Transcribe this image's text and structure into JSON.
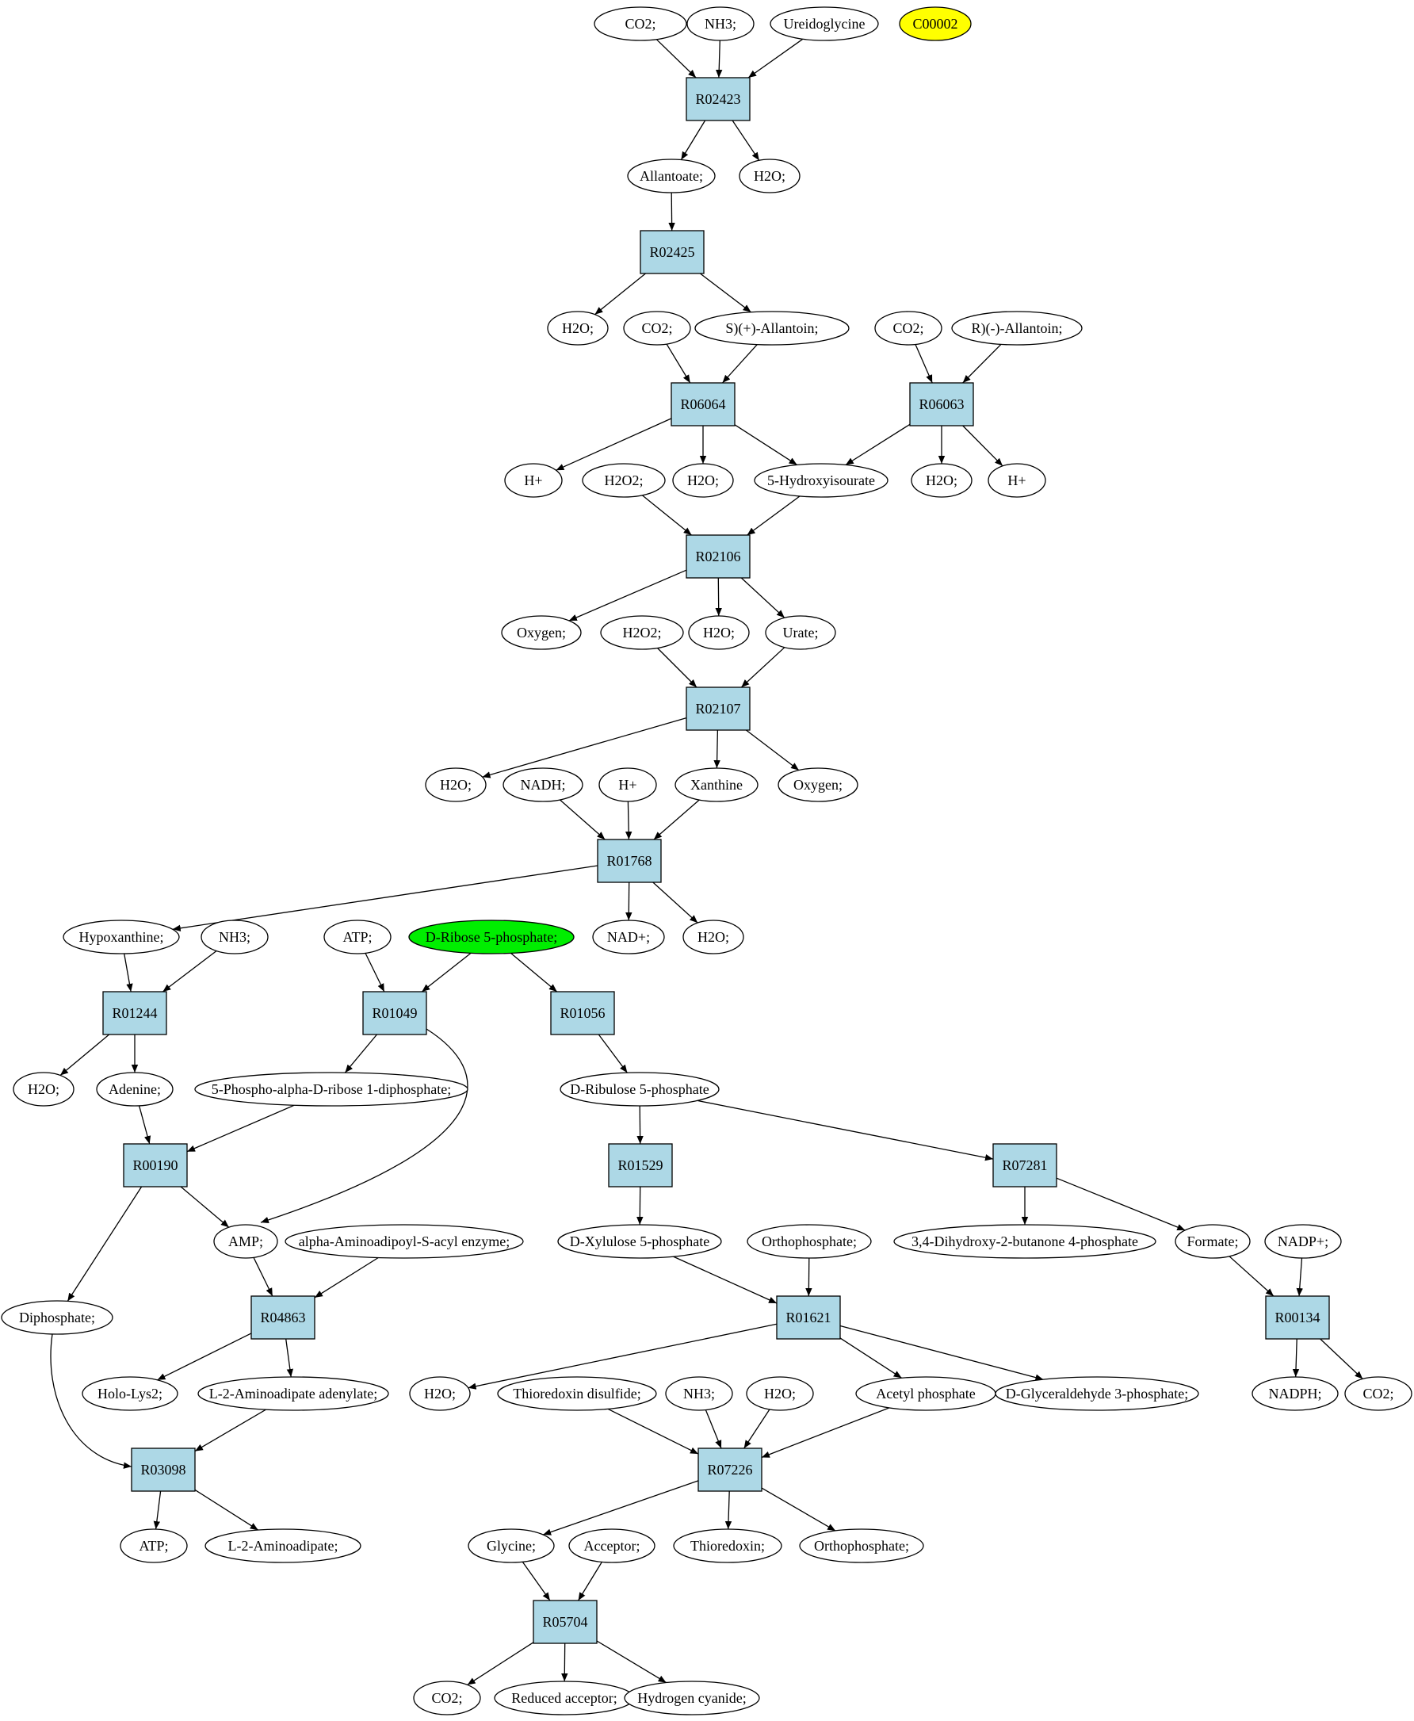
{
  "colors": {
    "reaction_fill": "#add8e6",
    "compound_fill": "#ffffff",
    "yellow": "#ffff00",
    "green": "#00ee00",
    "stroke": "#000000"
  },
  "reactions": [
    {
      "id": "R02423",
      "label": "R02423"
    },
    {
      "id": "R02425",
      "label": "R02425"
    },
    {
      "id": "R06064",
      "label": "R06064"
    },
    {
      "id": "R06063",
      "label": "R06063"
    },
    {
      "id": "R02106",
      "label": "R02106"
    },
    {
      "id": "R02107",
      "label": "R02107"
    },
    {
      "id": "R01768",
      "label": "R01768"
    },
    {
      "id": "R01244",
      "label": "R01244"
    },
    {
      "id": "R01049",
      "label": "R01049"
    },
    {
      "id": "R01056",
      "label": "R01056"
    },
    {
      "id": "R00190",
      "label": "R00190"
    },
    {
      "id": "R01529",
      "label": "R01529"
    },
    {
      "id": "R07281",
      "label": "R07281"
    },
    {
      "id": "R04863",
      "label": "R04863"
    },
    {
      "id": "R01621",
      "label": "R01621"
    },
    {
      "id": "R00134",
      "label": "R00134"
    },
    {
      "id": "R03098",
      "label": "R03098"
    },
    {
      "id": "R07226",
      "label": "R07226"
    },
    {
      "id": "R05704",
      "label": "R05704"
    }
  ],
  "compounds": [
    {
      "id": "c_co2_1",
      "label": "CO2;"
    },
    {
      "id": "c_nh3_1",
      "label": "NH3;"
    },
    {
      "id": "c_ureido",
      "label": "Ureidoglycine"
    },
    {
      "id": "c_c00002",
      "label": "C00002",
      "highlight": "yellow"
    },
    {
      "id": "c_allantoate",
      "label": "Allantoate;"
    },
    {
      "id": "c_h2o_1",
      "label": "H2O;"
    },
    {
      "id": "c_h2o_2",
      "label": "H2O;"
    },
    {
      "id": "c_co2_2",
      "label": "CO2;"
    },
    {
      "id": "c_s_allantoin",
      "label": "S)(+)-Allantoin;"
    },
    {
      "id": "c_co2_3",
      "label": "CO2;"
    },
    {
      "id": "c_r_allantoin",
      "label": "R)(-)-Allantoin;"
    },
    {
      "id": "c_hplus_1",
      "label": "H+"
    },
    {
      "id": "c_h2o2_1",
      "label": "H2O2;"
    },
    {
      "id": "c_h2o_3",
      "label": "H2O;"
    },
    {
      "id": "c_5hiu",
      "label": "5-Hydroxyisourate"
    },
    {
      "id": "c_h2o_4",
      "label": "H2O;"
    },
    {
      "id": "c_hplus_2",
      "label": "H+"
    },
    {
      "id": "c_oxygen_1",
      "label": "Oxygen;"
    },
    {
      "id": "c_h2o2_2",
      "label": "H2O2;"
    },
    {
      "id": "c_h2o_5",
      "label": "H2O;"
    },
    {
      "id": "c_urate",
      "label": "Urate;"
    },
    {
      "id": "c_h2o_6",
      "label": "H2O;"
    },
    {
      "id": "c_nadh",
      "label": "NADH;"
    },
    {
      "id": "c_hplus_3",
      "label": "H+"
    },
    {
      "id": "c_xanthine",
      "label": "Xanthine"
    },
    {
      "id": "c_oxygen_2",
      "label": "Oxygen;"
    },
    {
      "id": "c_hypoxanthine",
      "label": "Hypoxanthine;"
    },
    {
      "id": "c_nh3_2",
      "label": "NH3;"
    },
    {
      "id": "c_atp_1",
      "label": "ATP;"
    },
    {
      "id": "c_r5p",
      "label": "D-Ribose 5-phosphate;",
      "highlight": "green"
    },
    {
      "id": "c_nadplus",
      "label": "NAD+;"
    },
    {
      "id": "c_h2o_7",
      "label": "H2O;"
    },
    {
      "id": "c_h2o_8",
      "label": "H2O;"
    },
    {
      "id": "c_adenine",
      "label": "Adenine;"
    },
    {
      "id": "c_prpp",
      "label": "5-Phospho-alpha-D-ribose 1-diphosphate;"
    },
    {
      "id": "c_ru5p",
      "label": "D-Ribulose 5-phosphate"
    },
    {
      "id": "c_amp",
      "label": "AMP;"
    },
    {
      "id": "c_aaa_enzyme",
      "label": "alpha-Aminoadipoyl-S-acyl enzyme;"
    },
    {
      "id": "c_xu5p",
      "label": "D-Xylulose 5-phosphate"
    },
    {
      "id": "c_orthop_1",
      "label": "Orthophosphate;"
    },
    {
      "id": "c_dhbp",
      "label": "3,4-Dihydroxy-2-butanone 4-phosphate"
    },
    {
      "id": "c_formate",
      "label": "Formate;"
    },
    {
      "id": "c_nadpplus",
      "label": "NADP+;"
    },
    {
      "id": "c_diphosphate",
      "label": "Diphosphate;"
    },
    {
      "id": "c_hololys2",
      "label": "Holo-Lys2;"
    },
    {
      "id": "c_l2aa_adenylate",
      "label": "L-2-Aminoadipate adenylate;"
    },
    {
      "id": "c_h2o_9",
      "label": "H2O;"
    },
    {
      "id": "c_trx_disulfide",
      "label": "Thioredoxin disulfide;"
    },
    {
      "id": "c_nh3_3",
      "label": "NH3;"
    },
    {
      "id": "c_h2o_10",
      "label": "H2O;"
    },
    {
      "id": "c_acetylp",
      "label": "Acetyl phosphate"
    },
    {
      "id": "c_g3p",
      "label": "D-Glyceraldehyde 3-phosphate;"
    },
    {
      "id": "c_nadph",
      "label": "NADPH;"
    },
    {
      "id": "c_co2_4",
      "label": "CO2;"
    },
    {
      "id": "c_atp_2",
      "label": "ATP;"
    },
    {
      "id": "c_l2aa",
      "label": "L-2-Aminoadipate;"
    },
    {
      "id": "c_glycine",
      "label": "Glycine;"
    },
    {
      "id": "c_acceptor",
      "label": "Acceptor;"
    },
    {
      "id": "c_thioredoxin",
      "label": "Thioredoxin;"
    },
    {
      "id": "c_orthop_2",
      "label": "Orthophosphate;"
    },
    {
      "id": "c_co2_5",
      "label": "CO2;"
    },
    {
      "id": "c_reduced_acceptor",
      "label": "Reduced acceptor;"
    },
    {
      "id": "c_hcn",
      "label": "Hydrogen cyanide;"
    }
  ],
  "edges": [
    [
      "c_co2_1",
      "R02423"
    ],
    [
      "c_nh3_1",
      "R02423"
    ],
    [
      "c_ureido",
      "R02423"
    ],
    [
      "R02423",
      "c_allantoate"
    ],
    [
      "R02423",
      "c_h2o_1"
    ],
    [
      "c_allantoate",
      "R02425"
    ],
    [
      "R02425",
      "c_h2o_2"
    ],
    [
      "R02425",
      "c_s_allantoin"
    ],
    [
      "c_co2_2",
      "R06064"
    ],
    [
      "c_s_allantoin",
      "R06064"
    ],
    [
      "c_co2_3",
      "R06063"
    ],
    [
      "c_r_allantoin",
      "R06063"
    ],
    [
      "R06064",
      "c_hplus_1"
    ],
    [
      "R06064",
      "c_h2o_3"
    ],
    [
      "R06064",
      "c_5hiu"
    ],
    [
      "R06063",
      "c_5hiu"
    ],
    [
      "R06063",
      "c_h2o_4"
    ],
    [
      "R06063",
      "c_hplus_2"
    ],
    [
      "c_h2o2_1",
      "R02106"
    ],
    [
      "c_5hiu",
      "R02106"
    ],
    [
      "R02106",
      "c_oxygen_1"
    ],
    [
      "R02106",
      "c_h2o_5"
    ],
    [
      "R02106",
      "c_urate"
    ],
    [
      "c_h2o2_2",
      "R02107"
    ],
    [
      "c_urate",
      "R02107"
    ],
    [
      "R02107",
      "c_h2o_6"
    ],
    [
      "R02107",
      "c_xanthine"
    ],
    [
      "R02107",
      "c_oxygen_2"
    ],
    [
      "c_nadh",
      "R01768"
    ],
    [
      "c_hplus_3",
      "R01768"
    ],
    [
      "c_xanthine",
      "R01768"
    ],
    [
      "R01768",
      "c_hypoxanthine"
    ],
    [
      "R01768",
      "c_nadplus"
    ],
    [
      "R01768",
      "c_h2o_7"
    ],
    [
      "c_hypoxanthine",
      "R01244"
    ],
    [
      "c_nh3_2",
      "R01244"
    ],
    [
      "c_atp_1",
      "R01049"
    ],
    [
      "c_r5p",
      "R01049"
    ],
    [
      "c_r5p",
      "R01056"
    ],
    [
      "R01244",
      "c_h2o_8"
    ],
    [
      "R01244",
      "c_adenine"
    ],
    [
      "R01049",
      "c_prpp"
    ],
    [
      "R01049",
      "c_amp"
    ],
    [
      "R01056",
      "c_ru5p"
    ],
    [
      "c_adenine",
      "R00190"
    ],
    [
      "c_prpp",
      "R00190"
    ],
    [
      "c_ru5p",
      "R01529"
    ],
    [
      "c_ru5p",
      "R07281"
    ],
    [
      "R00190",
      "c_amp"
    ],
    [
      "R00190",
      "c_diphosphate"
    ],
    [
      "R01529",
      "c_xu5p"
    ],
    [
      "R07281",
      "c_dhbp"
    ],
    [
      "R07281",
      "c_formate"
    ],
    [
      "c_amp",
      "R04863"
    ],
    [
      "c_aaa_enzyme",
      "R04863"
    ],
    [
      "c_xu5p",
      "R01621"
    ],
    [
      "c_orthop_1",
      "R01621"
    ],
    [
      "c_formate",
      "R00134"
    ],
    [
      "c_nadpplus",
      "R00134"
    ],
    [
      "R04863",
      "c_hololys2"
    ],
    [
      "R04863",
      "c_l2aa_adenylate"
    ],
    [
      "R01621",
      "c_h2o_9"
    ],
    [
      "R01621",
      "c_acetylp"
    ],
    [
      "R01621",
      "c_g3p"
    ],
    [
      "R00134",
      "c_nadph"
    ],
    [
      "R00134",
      "c_co2_4"
    ],
    [
      "c_diphosphate",
      "R03098"
    ],
    [
      "c_l2aa_adenylate",
      "R03098"
    ],
    [
      "c_trx_disulfide",
      "R07226"
    ],
    [
      "c_nh3_3",
      "R07226"
    ],
    [
      "c_h2o_10",
      "R07226"
    ],
    [
      "c_acetylp",
      "R07226"
    ],
    [
      "R03098",
      "c_atp_2"
    ],
    [
      "R03098",
      "c_l2aa"
    ],
    [
      "R07226",
      "c_glycine"
    ],
    [
      "R07226",
      "c_thioredoxin"
    ],
    [
      "R07226",
      "c_orthop_2"
    ],
    [
      "c_glycine",
      "R05704"
    ],
    [
      "c_acceptor",
      "R05704"
    ],
    [
      "R05704",
      "c_co2_5"
    ],
    [
      "R05704",
      "c_reduced_acceptor"
    ],
    [
      "R05704",
      "c_hcn"
    ]
  ]
}
